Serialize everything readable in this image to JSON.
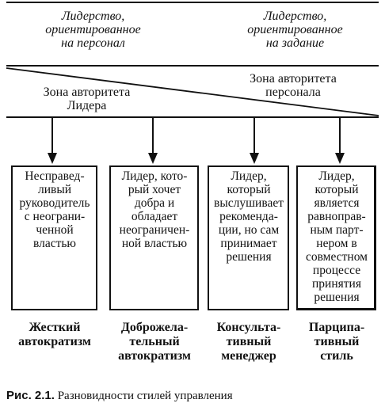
{
  "header": {
    "left": [
      "Лидерство,",
      "ориентированное",
      "на персонал"
    ],
    "right": [
      "Лидерство,",
      "ориентированное",
      "на задание"
    ]
  },
  "zones": {
    "leader": [
      "Зона авторитета",
      "Лидера"
    ],
    "staff": [
      "Зона авторитета",
      "персонала"
    ]
  },
  "styles": [
    {
      "box": [
        "Несправед-",
        "ливый",
        "руководитель",
        "с неограни-",
        "ченной",
        "властью"
      ],
      "label": [
        "Жесткий",
        "автократизм"
      ]
    },
    {
      "box": [
        "Лидер, кото-",
        "рый хочет",
        "добра и",
        "обладает",
        "неограничен-",
        "ной властью"
      ],
      "label": [
        "Доброжела-",
        "тельный",
        "автократизм"
      ]
    },
    {
      "box": [
        "Лидер,",
        "который",
        "выслушивает",
        "рекоменда-",
        "ции, но сам",
        "принимает",
        "решения"
      ],
      "label": [
        "Консульта-",
        "тивный",
        "менеджер"
      ]
    },
    {
      "box": [
        "Лидер,",
        "который",
        "является",
        "равноправ-",
        "ным парт-",
        "нером в",
        "совместном",
        "процессе",
        "принятия",
        "решения"
      ],
      "label": [
        "Парципа-",
        "тивный",
        "стиль"
      ]
    }
  ],
  "caption": {
    "prefix": "Рис. 2.1.",
    "text": "Разновидности стилей управления"
  }
}
